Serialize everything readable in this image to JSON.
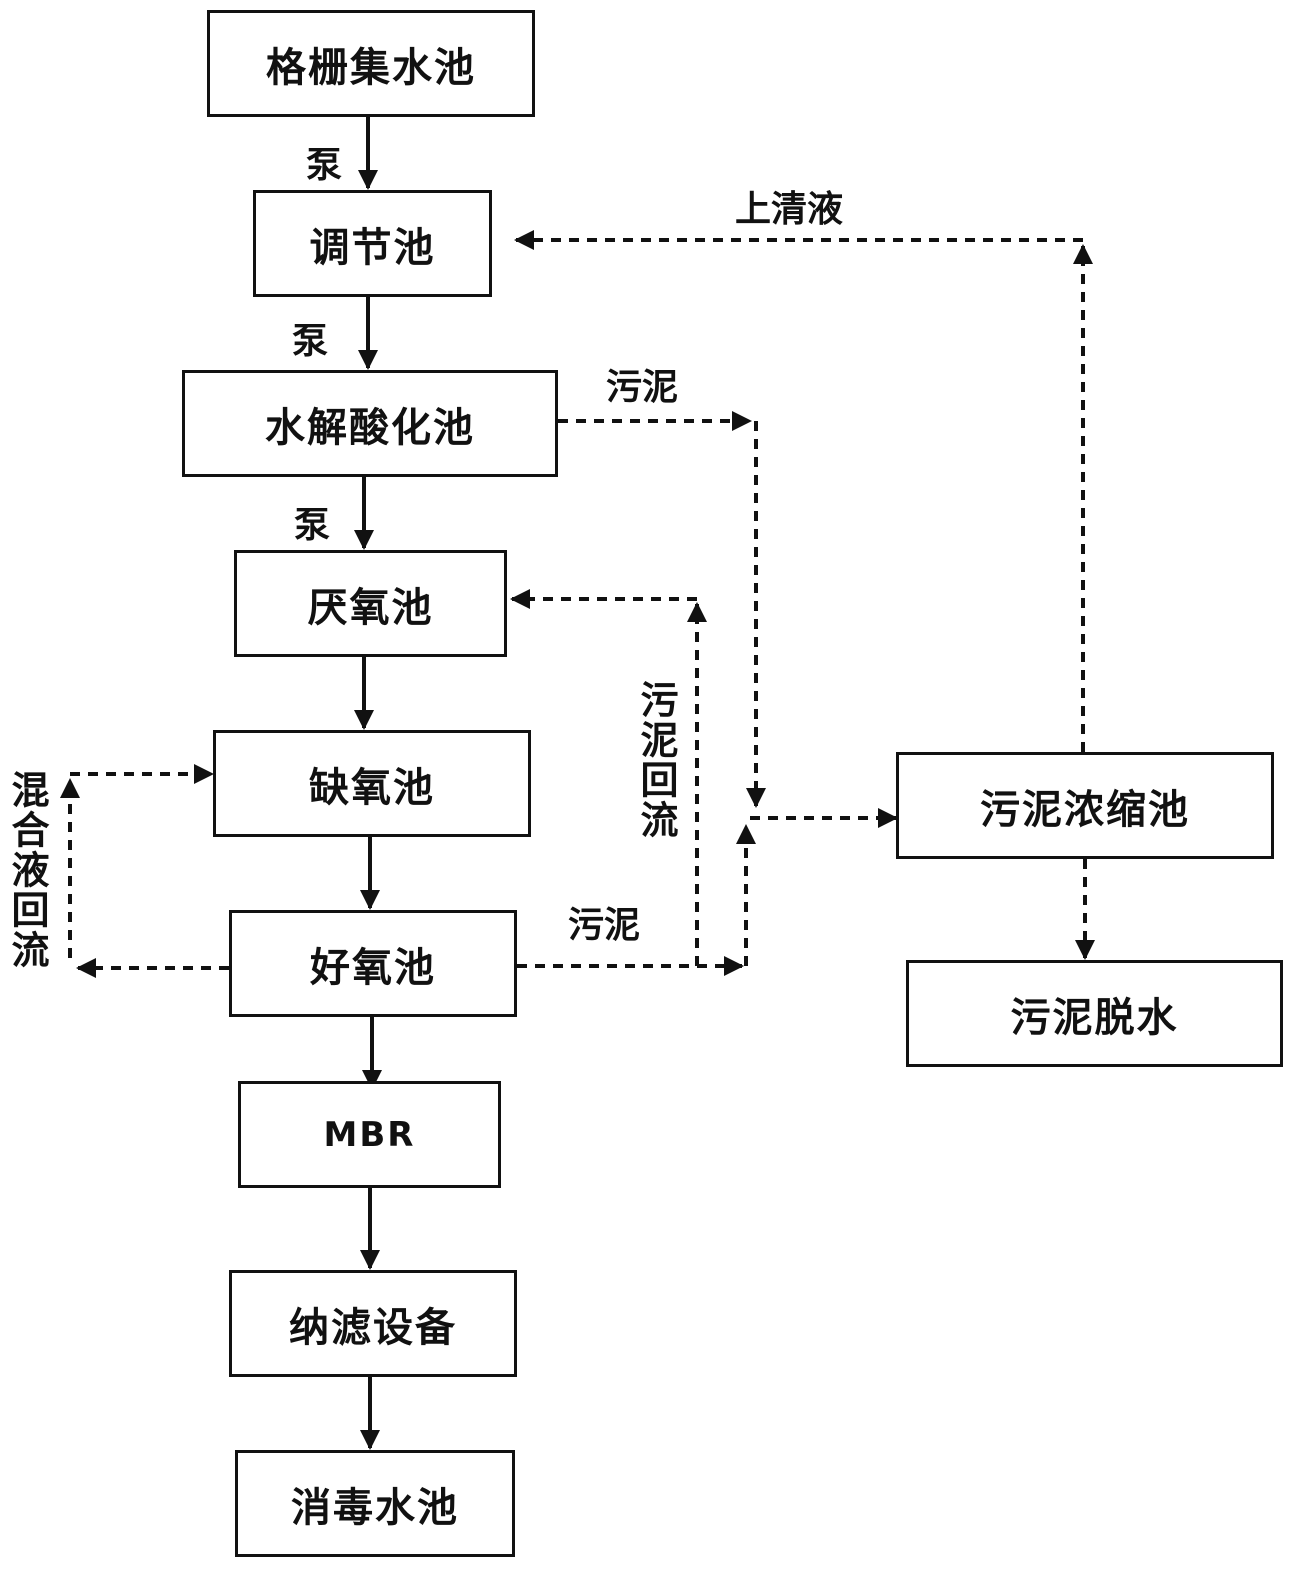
{
  "nodes": {
    "screen": "格栅集水池",
    "equalization": "调节池",
    "hydrolysis": "水解酸化池",
    "anaerobic": "厌氧池",
    "anoxic": "缺氧池",
    "aerobic": "好氧池",
    "mbr": "MBR",
    "nanofiltration": "纳滤设备",
    "disinfection": "消毒水池",
    "thickener": "污泥浓缩池",
    "dewatering": "污泥脱水"
  },
  "edge_labels": {
    "pump_1": "泵",
    "pump_2": "泵",
    "pump_3": "泵",
    "supernatant": "上清液",
    "sludge_hydrolysis": "污泥",
    "sludge_aerobic": "污泥",
    "sludge_return": "污泥回流",
    "mixed_liquor_return": "混合液回流"
  },
  "colors": {
    "line": "#111111",
    "background": "#ffffff"
  }
}
